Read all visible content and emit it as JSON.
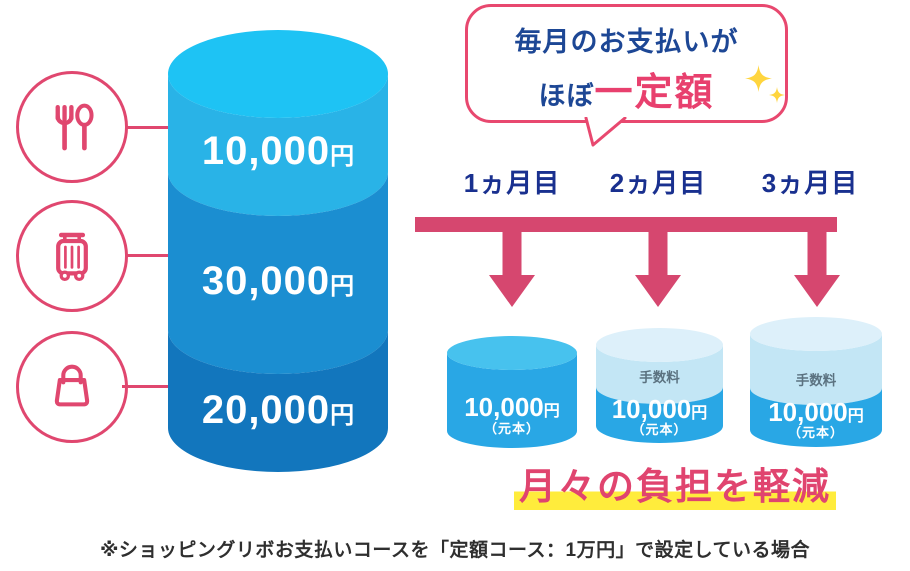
{
  "colors": {
    "pink_accent": "#e0476f",
    "pink_arrow": "#d6476f",
    "navy_bubble_text": "#1d4795",
    "navy_month_text": "#19308f",
    "cylinder_top": "#1ec3f4",
    "cylinder_seg1": "#29b3e7",
    "cylinder_seg2": "#1b8ed1",
    "cylinder_seg3": "#1276bd",
    "small_cylinder_top": "#47c2ee",
    "small_cylinder_body": "#29a7e5",
    "fee_band": "#c3e6f5",
    "fee_top": "#ddf0fa",
    "fee_text": "#5b7280",
    "highlight_yellow": "#ffec3c",
    "sparkle_yellow": "#ffd53e",
    "footnote_text": "#2f2f2f"
  },
  "stack": {
    "segments": [
      {
        "icon": "fork-spoon-icon",
        "amount": "10,000",
        "unit": "円"
      },
      {
        "icon": "suitcase-icon",
        "amount": "30,000",
        "unit": "円"
      },
      {
        "icon": "shopping-bag-icon",
        "amount": "20,000",
        "unit": "円"
      }
    ]
  },
  "bubble": {
    "line1": "毎月のお支払いが",
    "line2_prefix": "ほぼ",
    "line2_emphasis": "一定額"
  },
  "months": [
    {
      "label": "1ヵ月目"
    },
    {
      "label": "2ヵ月目"
    },
    {
      "label": "3ヵ月目"
    }
  ],
  "payments": [
    {
      "fee_label": "",
      "amount": "10,000",
      "unit": "円",
      "principal": "（元本）"
    },
    {
      "fee_label": "手数料",
      "amount": "10,000",
      "unit": "円",
      "principal": "（元本）"
    },
    {
      "fee_label": "手数料",
      "amount": "10,000",
      "unit": "円",
      "principal": "（元本）"
    }
  ],
  "tagline": "月々の負担を軽減",
  "footnote": "※ショッピングリボお支払いコースを「定額コース：1万円」で設定している場合",
  "chart_data": {
    "type": "diagram",
    "description": "ショッピングリボ払いのイメージ：合計60,000円の利用額を毎月ほぼ一定額（1万円＋手数料）で支払う",
    "stack_items": [
      {
        "category": "dining",
        "amount_yen": 10000
      },
      {
        "category": "travel",
        "amount_yen": 30000
      },
      {
        "category": "shopping",
        "amount_yen": 20000
      }
    ],
    "monthly_payments": [
      {
        "month": "1ヵ月目",
        "principal_yen": 10000,
        "has_fee": false
      },
      {
        "month": "2ヵ月目",
        "principal_yen": 10000,
        "has_fee": true
      },
      {
        "month": "3ヵ月目",
        "principal_yen": 10000,
        "has_fee": true
      }
    ]
  }
}
